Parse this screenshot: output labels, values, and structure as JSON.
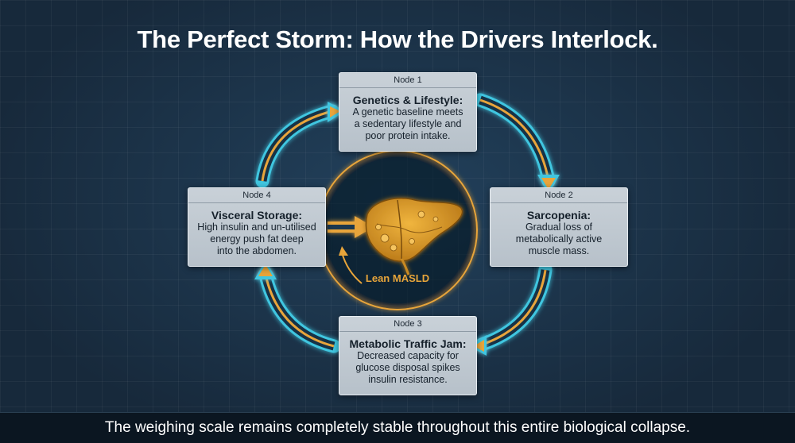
{
  "title": "The Perfect Storm: How the Drivers Interlock.",
  "center": {
    "label": "Lean MASLD",
    "icon": "liver-icon"
  },
  "nodes": [
    {
      "tag": "Node 1",
      "title": "Genetics & Lifestyle:",
      "lines": [
        "A genetic baseline meets",
        "a sedentary lifestyle and",
        "poor protein intake."
      ]
    },
    {
      "tag": "Node 2",
      "title": "Sarcopenia:",
      "lines": [
        "Gradual loss of",
        "metabolically active",
        "muscle mass."
      ]
    },
    {
      "tag": "Node 3",
      "title": "Metabolic Traffic Jam:",
      "lines": [
        "Decreased capacity for",
        "glucose disposal spikes",
        "insulin resistance."
      ]
    },
    {
      "tag": "Node 4",
      "title": "Visceral Storage:",
      "lines": [
        "High insulin and un-utilised",
        "energy push fat deep",
        "into the abdomen."
      ]
    }
  ],
  "footer": "The weighing scale remains completely stable throughout this entire biological collapse.",
  "colors": {
    "background": "#1a3146",
    "cycle_glow": "#3fc6e0",
    "flow_orange": "#e8a53a",
    "node_fill": "#c3ccd4"
  }
}
